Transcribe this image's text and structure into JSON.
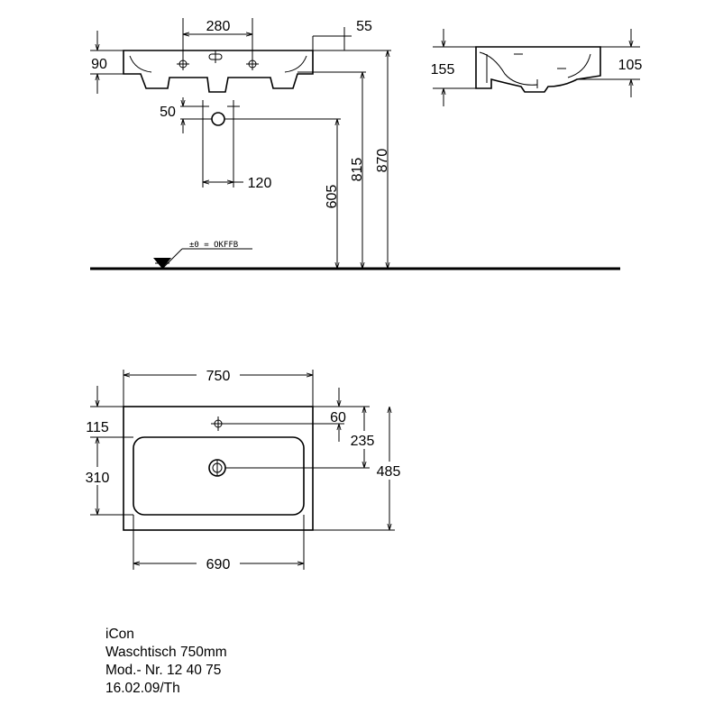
{
  "front_view": {
    "dims": {
      "tap_spacing": "280",
      "back_offset": "55",
      "rim_thickness": "90",
      "waste_drop": "50",
      "waste_spacing": "120",
      "waste_height": "605",
      "bowl_height": "815",
      "rim_height": "870"
    },
    "floor_reference": "±0 = OKFFB"
  },
  "side_view": {
    "dims": {
      "depth_left": "155",
      "depth_right": "105"
    }
  },
  "top_view": {
    "dims": {
      "overall_width": "750",
      "tap_hole_offset": "60",
      "rim_front": "115",
      "waste_offset": "235",
      "bowl_depth": "310",
      "overall_depth": "485",
      "bowl_width": "690"
    }
  },
  "caption": {
    "line1": "iCon",
    "line2": "Waschtisch 750mm",
    "line3": "Mod.- Nr. 12 40 75",
    "line4": "16.02.09/Th"
  }
}
